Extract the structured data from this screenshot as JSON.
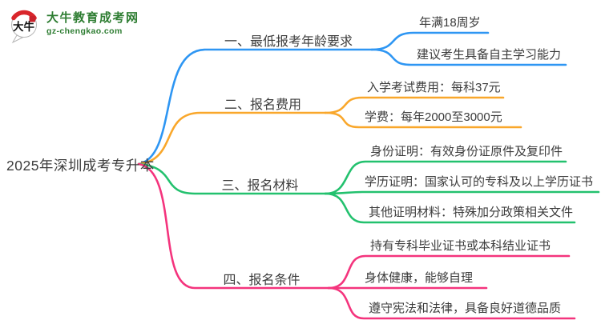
{
  "logo": {
    "icon": "dani-ox-speech-bubble-logo",
    "icon_text": "大牛",
    "title": "大牛教育成考网",
    "domain": "gz-chengkao.com",
    "brand_color": "#2e7d32",
    "seal_color": "#c8222b"
  },
  "root": {
    "label": "2025年深圳成考专升本"
  },
  "branches": [
    {
      "label": "一、最低报考年龄要求",
      "color": "#2e96f3",
      "children": [
        {
          "label": "年满18周岁"
        },
        {
          "label": "建议考生具备自主学习能力"
        }
      ]
    },
    {
      "label": "二、报名费用",
      "color": "#f9a72b",
      "children": [
        {
          "label": "入学考试费用：每科37元"
        },
        {
          "label": "学费：每年2000至3000元"
        }
      ]
    },
    {
      "label": "三、报名材料",
      "color": "#23c16e",
      "children": [
        {
          "label": "身份证明：有效身份证原件及复印件"
        },
        {
          "label": "学历证明：国家认可的专科及以上学历证书"
        },
        {
          "label": "其他证明材料：特殊加分政策相关文件"
        }
      ]
    },
    {
      "label": "四、报名条件",
      "color": "#f4347d",
      "children": [
        {
          "label": "持有专科毕业证书或本科结业证书"
        },
        {
          "label": "身体健康，能够自理"
        },
        {
          "label": "遵守宪法和法律，具备良好道德品质"
        }
      ]
    }
  ],
  "text_color": "#3c3c3c"
}
